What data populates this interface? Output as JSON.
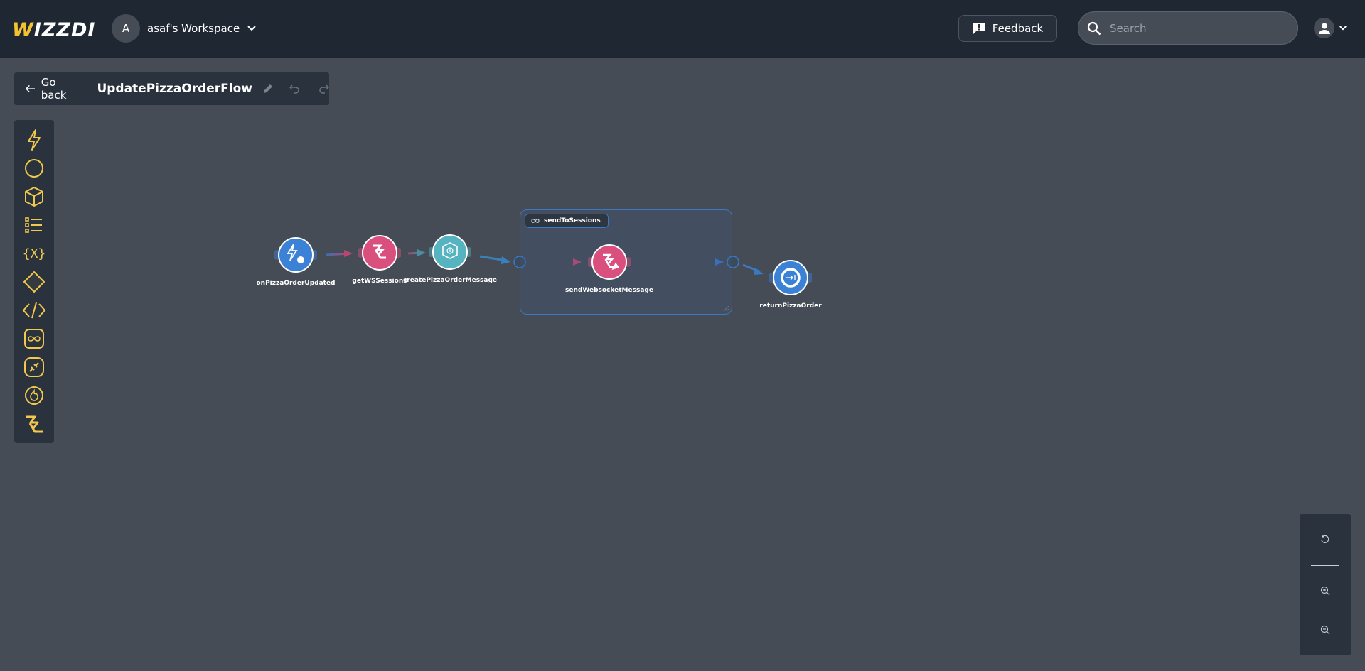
{
  "header": {
    "logo": "WIZZDI",
    "workspace_initial": "A",
    "workspace_name": "asaf's Workspace",
    "feedback_label": "Feedback",
    "search_placeholder": "Search"
  },
  "toolbar": {
    "back_label": "Go back",
    "flow_title": "UpdatePizzaOrderFlow"
  },
  "palette": {
    "items": [
      "trigger",
      "circle",
      "cube",
      "list",
      "variable",
      "condition",
      "code",
      "loop",
      "plugin",
      "firebase",
      "websocket"
    ],
    "color": "#f2c94c"
  },
  "flow": {
    "nodes": [
      {
        "id": "onPizzaOrderUpdated",
        "label": "onPizzaOrderUpdated",
        "icon": "lightning-icon",
        "color": "#3b82d6"
      },
      {
        "id": "getWSSessions",
        "label": "getWSSessions",
        "icon": "websocket-icon",
        "color": "#d94f7e"
      },
      {
        "id": "createPizzaOrderMessage",
        "label": "createPizzaOrderMessage",
        "icon": "cube-plus-icon",
        "color": "#56b4c0"
      },
      {
        "id": "sendWebsocketMessage",
        "label": "sendWebsocketMessage",
        "icon": "websocket-send-icon",
        "color": "#d94f7e"
      },
      {
        "id": "returnPizzaOrder",
        "label": "returnPizzaOrder",
        "icon": "return-icon",
        "color": "#3b82d6"
      }
    ],
    "loop": {
      "label": "sendToSessions",
      "icon": "infinity-icon"
    }
  }
}
